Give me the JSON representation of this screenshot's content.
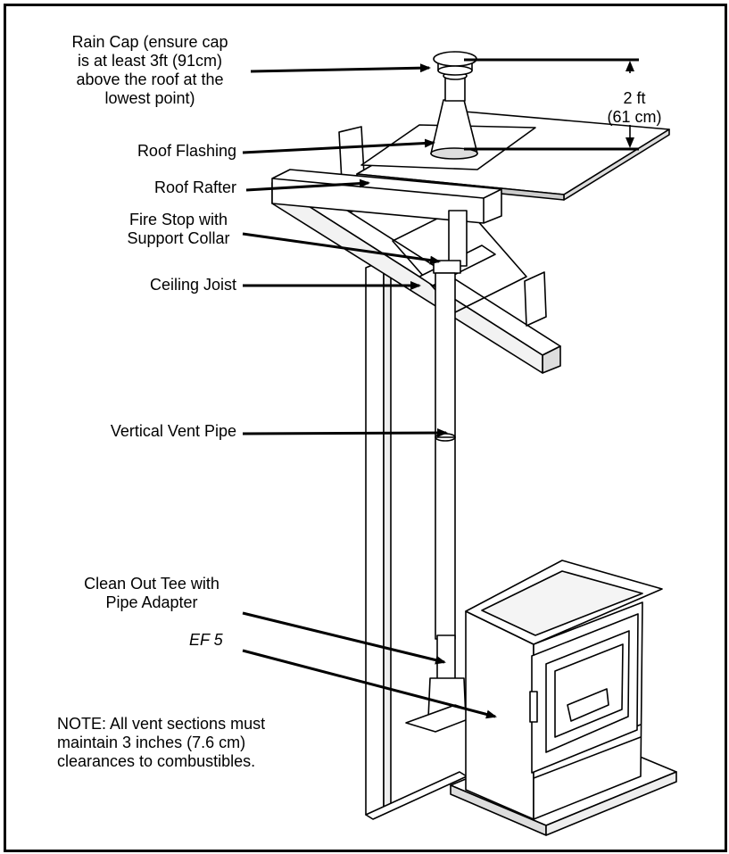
{
  "labels": {
    "rain_cap": "Rain Cap (ensure cap\nis at least 3ft (91cm)\nabove the roof at the\nlowest point)",
    "dimension": "2 ft\n(61 cm)",
    "roof_flashing": "Roof Flashing",
    "roof_rafter": "Roof Rafter",
    "fire_stop": "Fire Stop with\nSupport Collar",
    "ceiling_joist": "Ceiling Joist",
    "vertical_vent_pipe": "Vertical Vent Pipe",
    "clean_out_tee": "Clean Out Tee with\nPipe Adapter",
    "stove_model": "EF 5",
    "note": "NOTE: All vent sections must\nmaintain 3 inches (7.6 cm)\nclearances to combustibles."
  }
}
